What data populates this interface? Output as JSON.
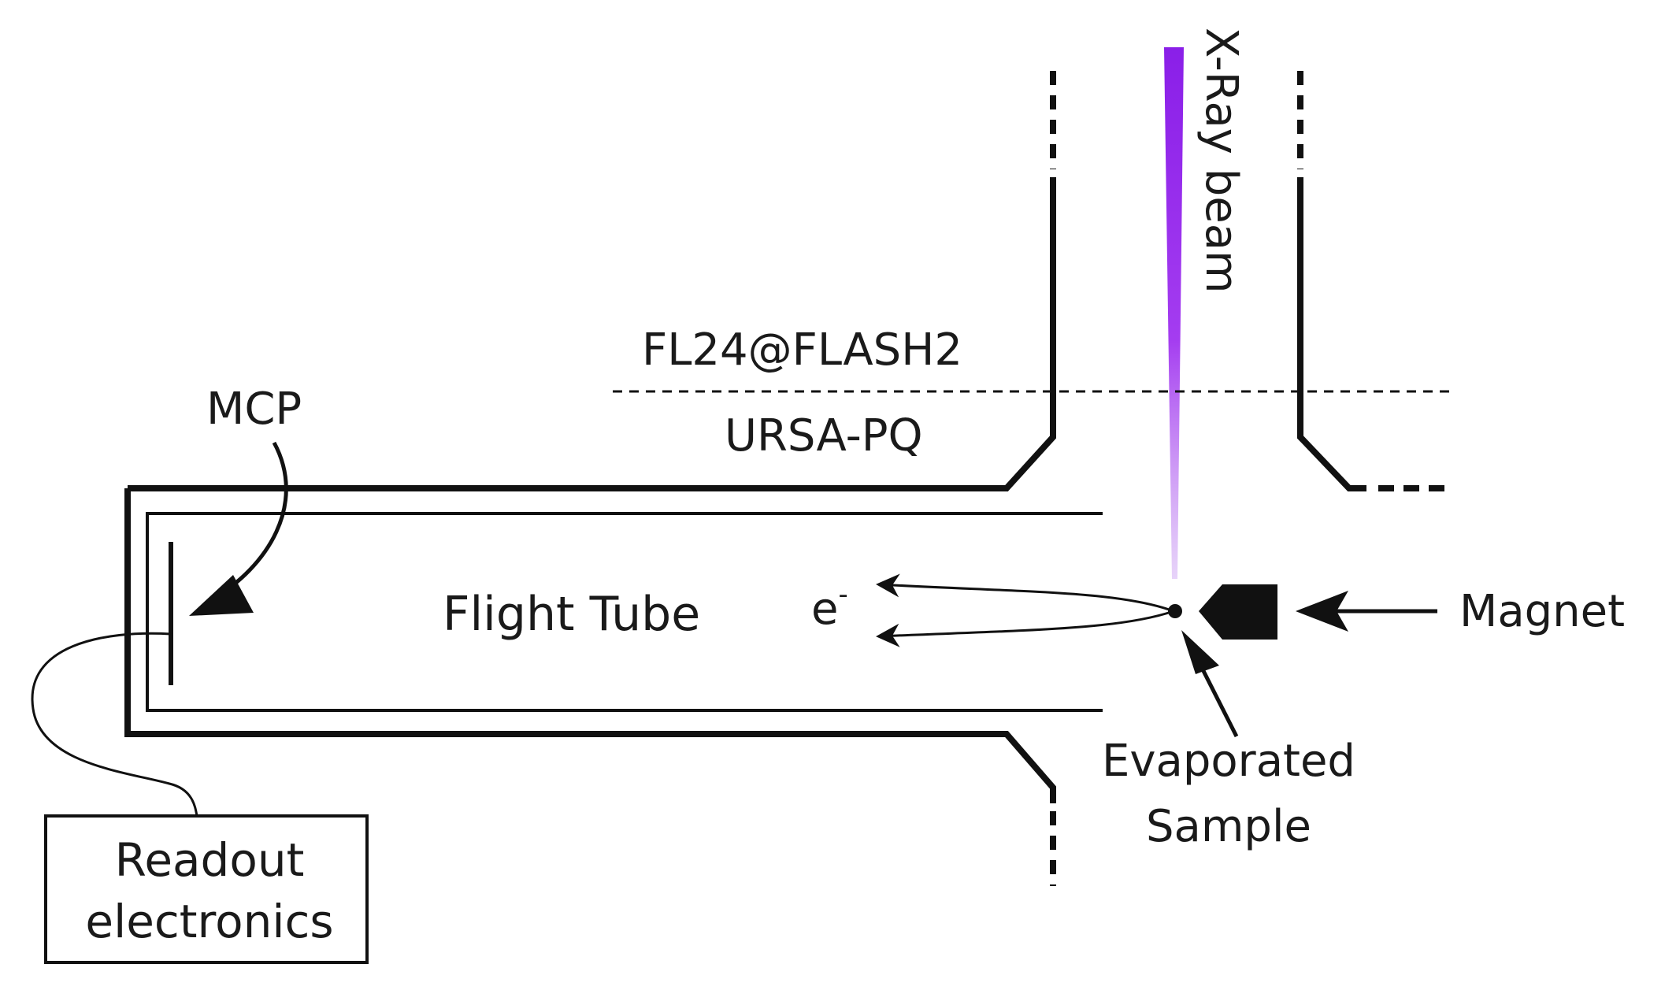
{
  "labels": {
    "xray_beam": "X-Ray beam",
    "facility": "FL24@FLASH2",
    "endstation": "URSA-PQ",
    "mcp": "MCP",
    "flight_tube": "Flight Tube",
    "electron": "e",
    "electron_sup": "-",
    "magnet": "Magnet",
    "evaporated_line1": "Evaporated",
    "evaporated_line2": "Sample",
    "readout_line1": "Readout",
    "readout_line2": "electronics"
  },
  "colors": {
    "beam": "#a020f0",
    "line": "#111111"
  }
}
